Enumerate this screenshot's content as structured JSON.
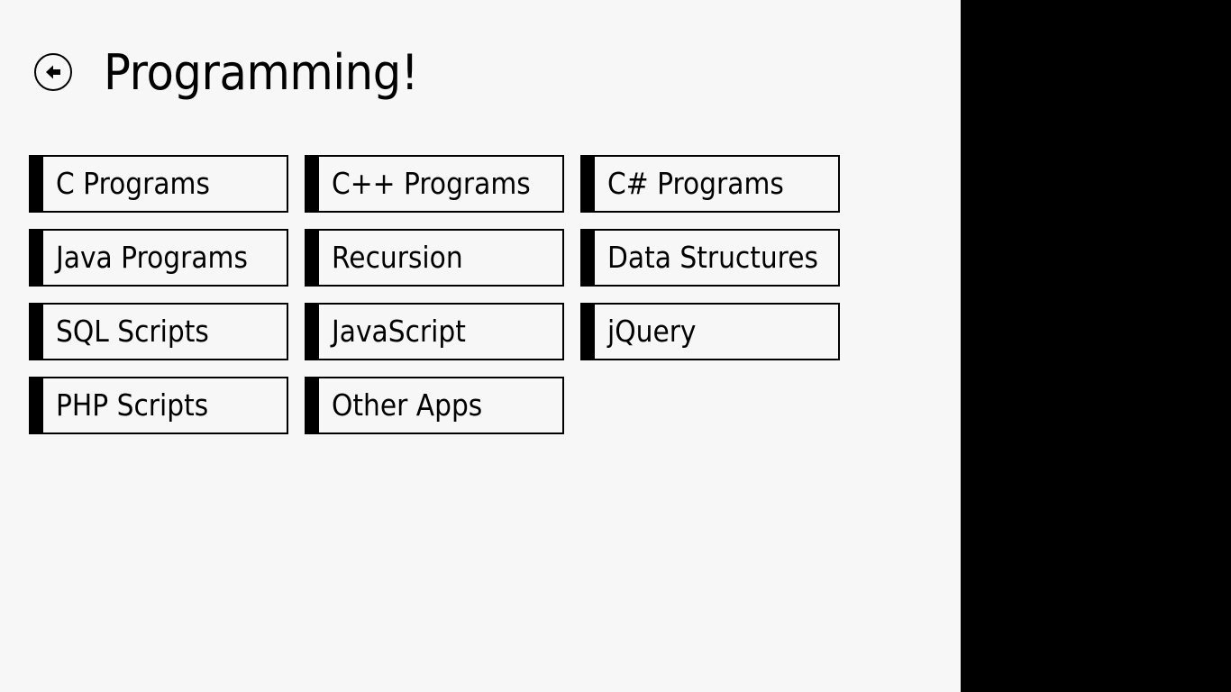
{
  "header": {
    "back_icon": "back-arrow-circle-icon",
    "title": "Programming!"
  },
  "tiles": [
    {
      "label": "C Programs",
      "row": 0,
      "col": 0
    },
    {
      "label": "C++ Programs",
      "row": 0,
      "col": 1
    },
    {
      "label": "C# Programs",
      "row": 0,
      "col": 2
    },
    {
      "label": "Java Programs",
      "row": 1,
      "col": 0
    },
    {
      "label": "Recursion",
      "row": 1,
      "col": 1
    },
    {
      "label": "Data Structures",
      "row": 1,
      "col": 2
    },
    {
      "label": "SQL Scripts",
      "row": 2,
      "col": 0
    },
    {
      "label": "JavaScript",
      "row": 2,
      "col": 1
    },
    {
      "label": "jQuery",
      "row": 2,
      "col": 2
    },
    {
      "label": "PHP Scripts",
      "row": 3,
      "col": 0
    },
    {
      "label": "Other Apps",
      "row": 3,
      "col": 1
    }
  ],
  "colors": {
    "background": "#f7f7f7",
    "accent": "#000000",
    "side_panel": "#000000"
  }
}
